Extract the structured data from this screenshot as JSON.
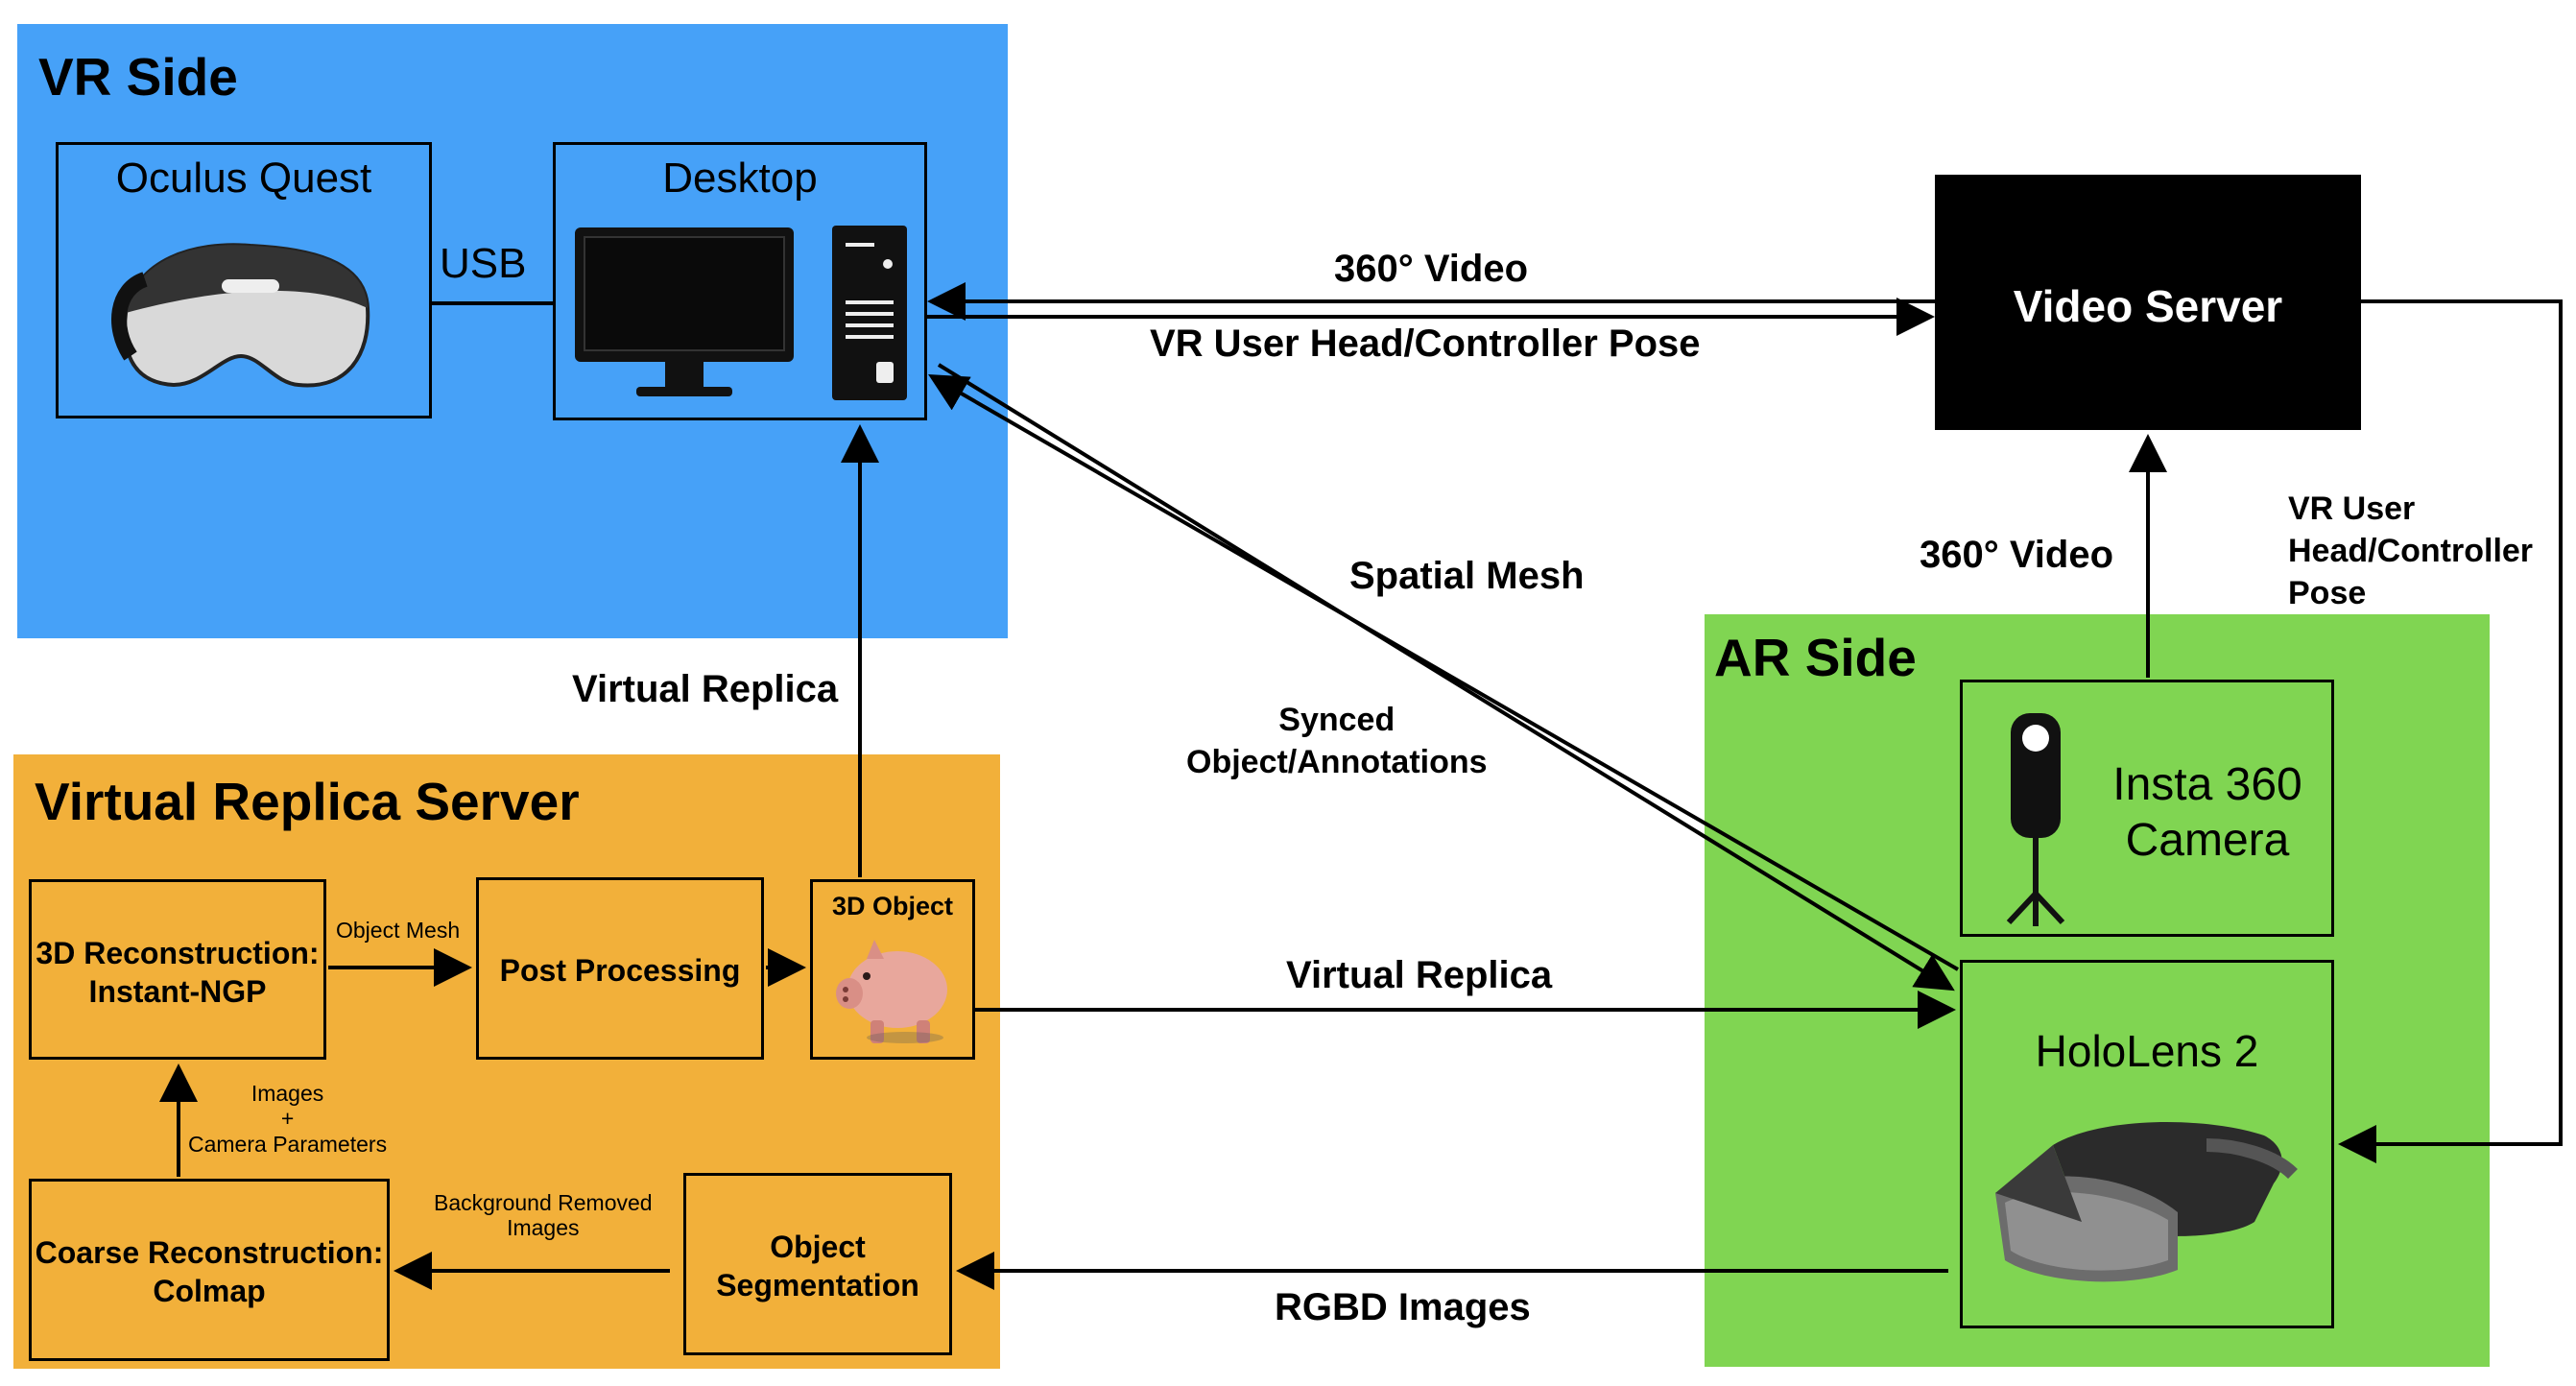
{
  "regions": {
    "vr": {
      "title": "VR Side",
      "color": "#46a1f8"
    },
    "ar": {
      "title": "AR Side",
      "color": "#80d552"
    },
    "vrs": {
      "title": "Virtual Replica Server",
      "color": "#f2b03a"
    }
  },
  "boxes": {
    "oculus": "Oculus Quest",
    "desktop": "Desktop",
    "video_server": "Video Server",
    "insta_line1": "Insta 360",
    "insta_line2": "Camera",
    "hololens": "HoloLens 2",
    "recon_line1": "3D Reconstruction:",
    "recon_line2": "Instant-NGP",
    "post": "Post Processing",
    "object3d": "3D Object",
    "coarse_line1": "Coarse Reconstruction:",
    "coarse_line2": "Colmap",
    "seg_line1": "Object",
    "seg_line2": "Segmentation"
  },
  "labels": {
    "usb": "USB",
    "video360_top": "360° Video",
    "pose_top": "VR User Head/Controller Pose",
    "spatial_mesh": "Spatial Mesh",
    "synced_line1": "Synced",
    "synced_line2": "Object/Annotations",
    "video360_right": "360° Video",
    "vr_pose_line1": "VR User",
    "vr_pose_line2": "Head/Controller",
    "vr_pose_line3": "Pose",
    "virtual_replica_up": "Virtual Replica",
    "virtual_replica_mid": "Virtual Replica",
    "rgbd": "RGBD Images",
    "object_mesh": "Object Mesh",
    "images_line1": "Images",
    "images_line2": "+",
    "images_line3": "Camera Parameters",
    "bg_line1": "Background Removed",
    "bg_line2": "Images"
  },
  "icons": [
    "vr-headset-icon",
    "monitor-icon",
    "pc-tower-icon",
    "camera-360-icon",
    "tripod-icon",
    "hololens-icon",
    "piggy-bank-icon"
  ]
}
